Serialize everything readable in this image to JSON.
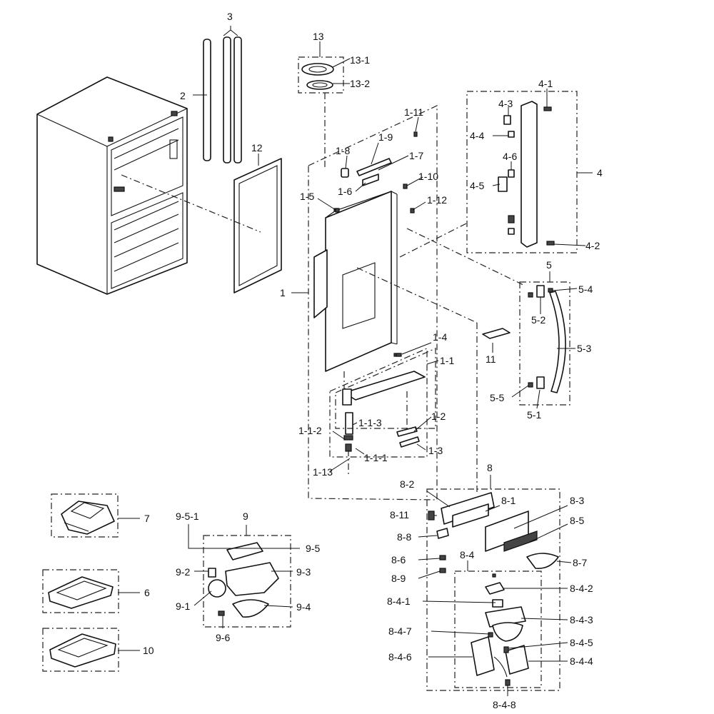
{
  "callouts": {
    "c1": "1",
    "c1_1": "1-1",
    "c1_1_1": "1-1-1",
    "c1_1_2": "1-1-2",
    "c1_1_3": "1-1-3",
    "c1_2": "1-2",
    "c1_3": "1-3",
    "c1_4": "1-4",
    "c1_5": "1-5",
    "c1_6": "1-6",
    "c1_7": "1-7",
    "c1_8": "1-8",
    "c1_9": "1-9",
    "c1_10": "1-10",
    "c1_11": "1-11",
    "c1_12": "1-12",
    "c1_13": "1-13",
    "c2": "2",
    "c3": "3",
    "c4": "4",
    "c4_1": "4-1",
    "c4_2": "4-2",
    "c4_3": "4-3",
    "c4_4": "4-4",
    "c4_5": "4-5",
    "c4_6": "4-6",
    "c5": "5",
    "c5_1": "5-1",
    "c5_2": "5-2",
    "c5_3": "5-3",
    "c5_4": "5-4",
    "c5_5": "5-5",
    "c6": "6",
    "c7": "7",
    "c8": "8",
    "c8_1": "8-1",
    "c8_2": "8-2",
    "c8_3": "8-3",
    "c8_4": "8-4",
    "c8_5": "8-5",
    "c8_6": "8-6",
    "c8_7": "8-7",
    "c8_8": "8-8",
    "c8_9": "8-9",
    "c8_11": "8-11",
    "c8_4_1": "8-4-1",
    "c8_4_2": "8-4-2",
    "c8_4_3": "8-4-3",
    "c8_4_4": "8-4-4",
    "c8_4_5": "8-4-5",
    "c8_4_6": "8-4-6",
    "c8_4_7": "8-4-7",
    "c8_4_8": "8-4-8",
    "c9": "9",
    "c9_1": "9-1",
    "c9_2": "9-2",
    "c9_3": "9-3",
    "c9_4": "9-4",
    "c9_5": "9-5",
    "c9_5_1": "9-5-1",
    "c9_6": "9-6",
    "c10": "10",
    "c11": "11",
    "c12": "12",
    "c13": "13",
    "c13_1": "13-1",
    "c13_2": "13-2"
  }
}
